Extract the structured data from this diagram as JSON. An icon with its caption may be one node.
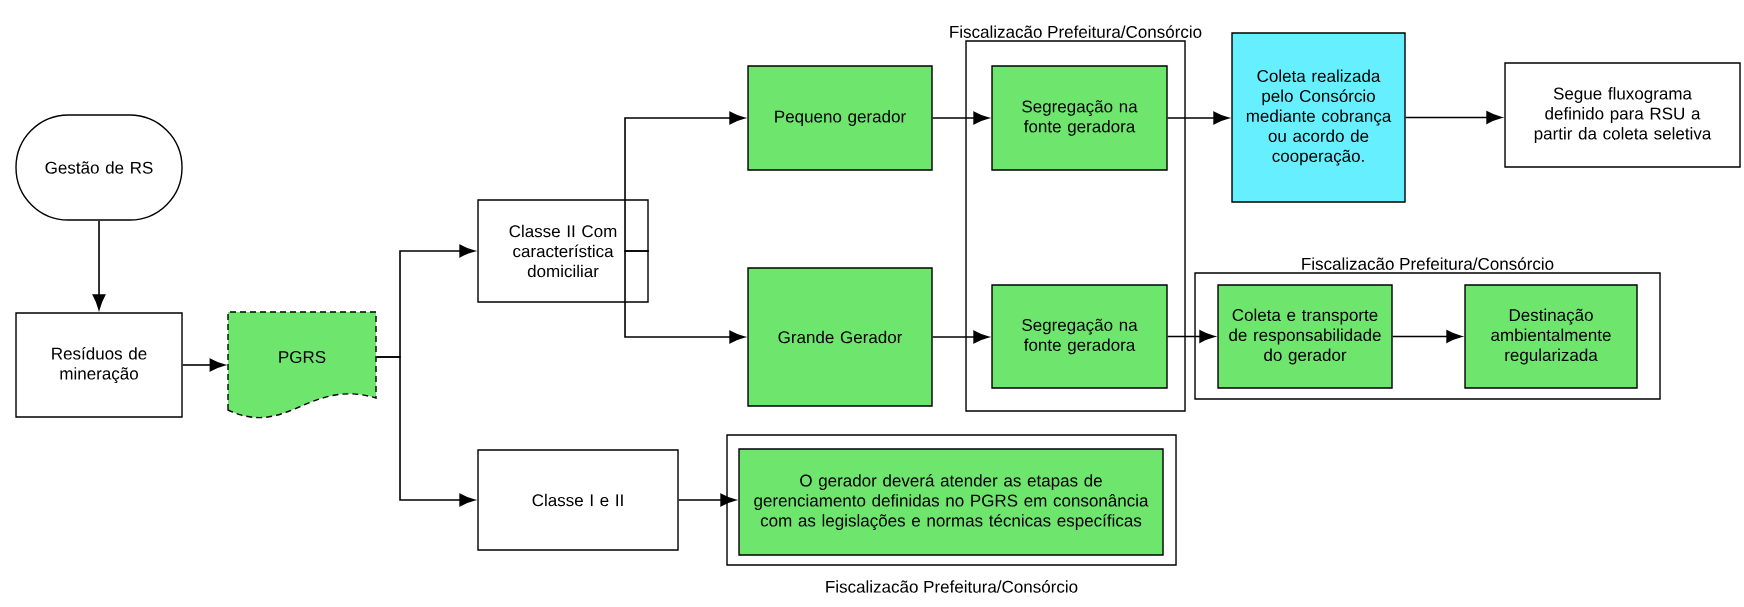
{
  "diagram": {
    "nodes": [
      {
        "text": [
          "Gestão de RS"
        ]
      },
      {
        "text": [
          "Resíduos de mineração"
        ]
      },
      {
        "text": [
          "PGRS"
        ]
      },
      {
        "text": [
          "Classe II Com característica domiciliar"
        ]
      },
      {
        "text": [
          "Pequeno gerador"
        ]
      },
      {
        "text": [
          "Grande Gerador"
        ]
      },
      {
        "text": [
          "Fiscalizacão Prefeitura/Consórcio"
        ]
      },
      {
        "text": [
          "Segregação na fonte geradora"
        ],
        "in": 6
      },
      {
        "text": [
          "Segregação na fonte geradora"
        ],
        "in": 6
      },
      {
        "text": [
          "Coleta realizada pelo Consórcio mediante cobrança ou acordo de cooperação."
        ]
      },
      {
        "text": [
          "Segue fluxograma definido para RSU a partir da coleta seletiva"
        ]
      },
      {
        "text": [
          "Fiscalizacão Prefeitura/Consórcio"
        ]
      },
      {
        "text": [
          "Coleta e transporte de responsabilidade do gerador"
        ],
        "in": 11
      },
      {
        "text": [
          "Destinação ambientalmente regularizada"
        ],
        "in": 11
      },
      {
        "text": [
          "Classe I e II"
        ]
      },
      {
        "text": [
          "Fiscalizacão Prefeitura/Consórcio"
        ]
      },
      {
        "text": [
          "O gerador deverá atender as etapas de gerenciamento definidas no PGRS em consonância com as legislações e normas técnicas específicas"
        ],
        "in": 15
      }
    ],
    "edges": [
      {
        "from": 0,
        "to": 1,
        "arrow": "to"
      },
      {
        "from": 1,
        "to": 2,
        "arrow": "to"
      },
      {
        "from": 2,
        "to": 3,
        "arrow": "to"
      },
      {
        "from": 2,
        "to": 14,
        "arrow": "to"
      },
      {
        "from": 3,
        "to": 4,
        "arrow": "to"
      },
      {
        "from": 3,
        "to": 5,
        "arrow": "to"
      },
      {
        "from": 4,
        "to": 7,
        "arrow": "to"
      },
      {
        "from": 5,
        "to": 8,
        "arrow": "to"
      },
      {
        "from": 7,
        "to": 9,
        "arrow": "to"
      },
      {
        "from": 9,
        "to": 10,
        "arrow": "to"
      },
      {
        "from": 8,
        "to": 12,
        "arrow": "to"
      },
      {
        "from": 12,
        "to": 13,
        "arrow": "to"
      },
      {
        "from": 14,
        "to": 16,
        "arrow": "to"
      }
    ]
  }
}
